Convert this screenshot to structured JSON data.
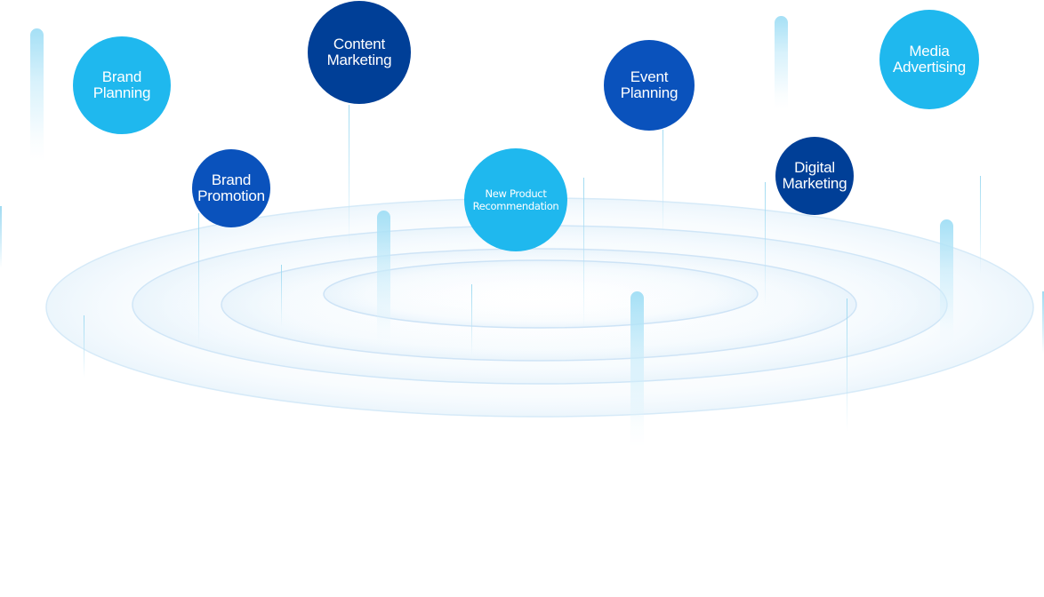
{
  "diagram": {
    "title": "",
    "colors": {
      "light": "#1fb8ee",
      "medium": "#0a52bc",
      "dark": "#003f97",
      "ring": "#cfe6f7",
      "bar": "#a0def5",
      "background": "#ffffff"
    },
    "bubbles": [
      {
        "id": "brand-planning",
        "label": "Brand\nPlanning",
        "tone": "light"
      },
      {
        "id": "content-marketing",
        "label": "Content\nMarketing",
        "tone": "dark"
      },
      {
        "id": "brand-promotion",
        "label": "Brand\nPromotion",
        "tone": "medium"
      },
      {
        "id": "new-product-recommendation",
        "label": "New Product\nRecommendation",
        "tone": "light"
      },
      {
        "id": "event-planning",
        "label": "Event\nPlanning",
        "tone": "medium"
      },
      {
        "id": "digital-marketing",
        "label": "Digital\nMarketing",
        "tone": "dark"
      },
      {
        "id": "media-advertising",
        "label": "Media\nAdvertising",
        "tone": "light"
      }
    ]
  }
}
